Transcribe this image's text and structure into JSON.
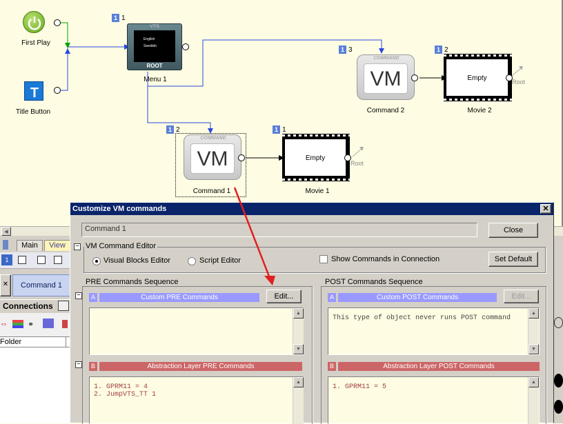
{
  "canvas": {
    "first_play_label": "First Play",
    "title_button_label": "Title Button",
    "menu": {
      "label": "Menu 1",
      "header": "VTS",
      "footer": "ROOT",
      "items": [
        "English",
        "Swedish"
      ],
      "num": "1",
      "num_suffix": "1"
    },
    "command1": {
      "label": "Command 1",
      "header": "COMMAND",
      "text": "VM",
      "num": "1",
      "num_suffix": "2"
    },
    "command2": {
      "label": "Command 2",
      "header": "COMMAND",
      "text": "VM",
      "num": "1",
      "num_suffix": "3"
    },
    "movie1": {
      "label": "Movie 1",
      "text": "Empty",
      "root": "Root",
      "num": "1",
      "num_suffix": "1"
    },
    "movie2": {
      "label": "Movie 2",
      "text": "Empty",
      "root": "Root",
      "num": "1",
      "num_suffix": "2"
    },
    "colors": {
      "link_blue": "#2a48e0",
      "link_green": "#00a000",
      "arrow_red": "#e02020"
    }
  },
  "left_panel": {
    "tabs": [
      "Main",
      "View"
    ],
    "item": "Command 1",
    "connections_label": "Connections",
    "folder_label": "Folder"
  },
  "dialog": {
    "title": "Customize VM commands",
    "name_value": "Command 1",
    "close_button": "Close",
    "editor_group": "VM Command Editor",
    "radio_visual": "Visual Blocks Editor",
    "radio_script": "Script Editor",
    "show_commands": "Show Commands in Connection",
    "set_default": "Set Default",
    "pre": {
      "group": "PRE Commands Sequence",
      "custom_header": "Custom PRE Commands",
      "letter_a": "A",
      "edit_button": "Edit...",
      "custom_text": "",
      "abstraction_header": "Abstraction Layer PRE Commands",
      "letter_b": "B",
      "abstraction_text": "1. GPRM11 = 4\n2. JumpVTS_TT 1"
    },
    "post": {
      "group": "POST Commands Sequence",
      "custom_header": "Custom POST Commands",
      "letter_a": "A",
      "edit_button": "Edit...",
      "custom_text": "This type of object never runs POST command",
      "abstraction_header": "Abstraction Layer POST Commands",
      "letter_b": "B",
      "abstraction_text": "1. GPRM11 = 5"
    }
  }
}
